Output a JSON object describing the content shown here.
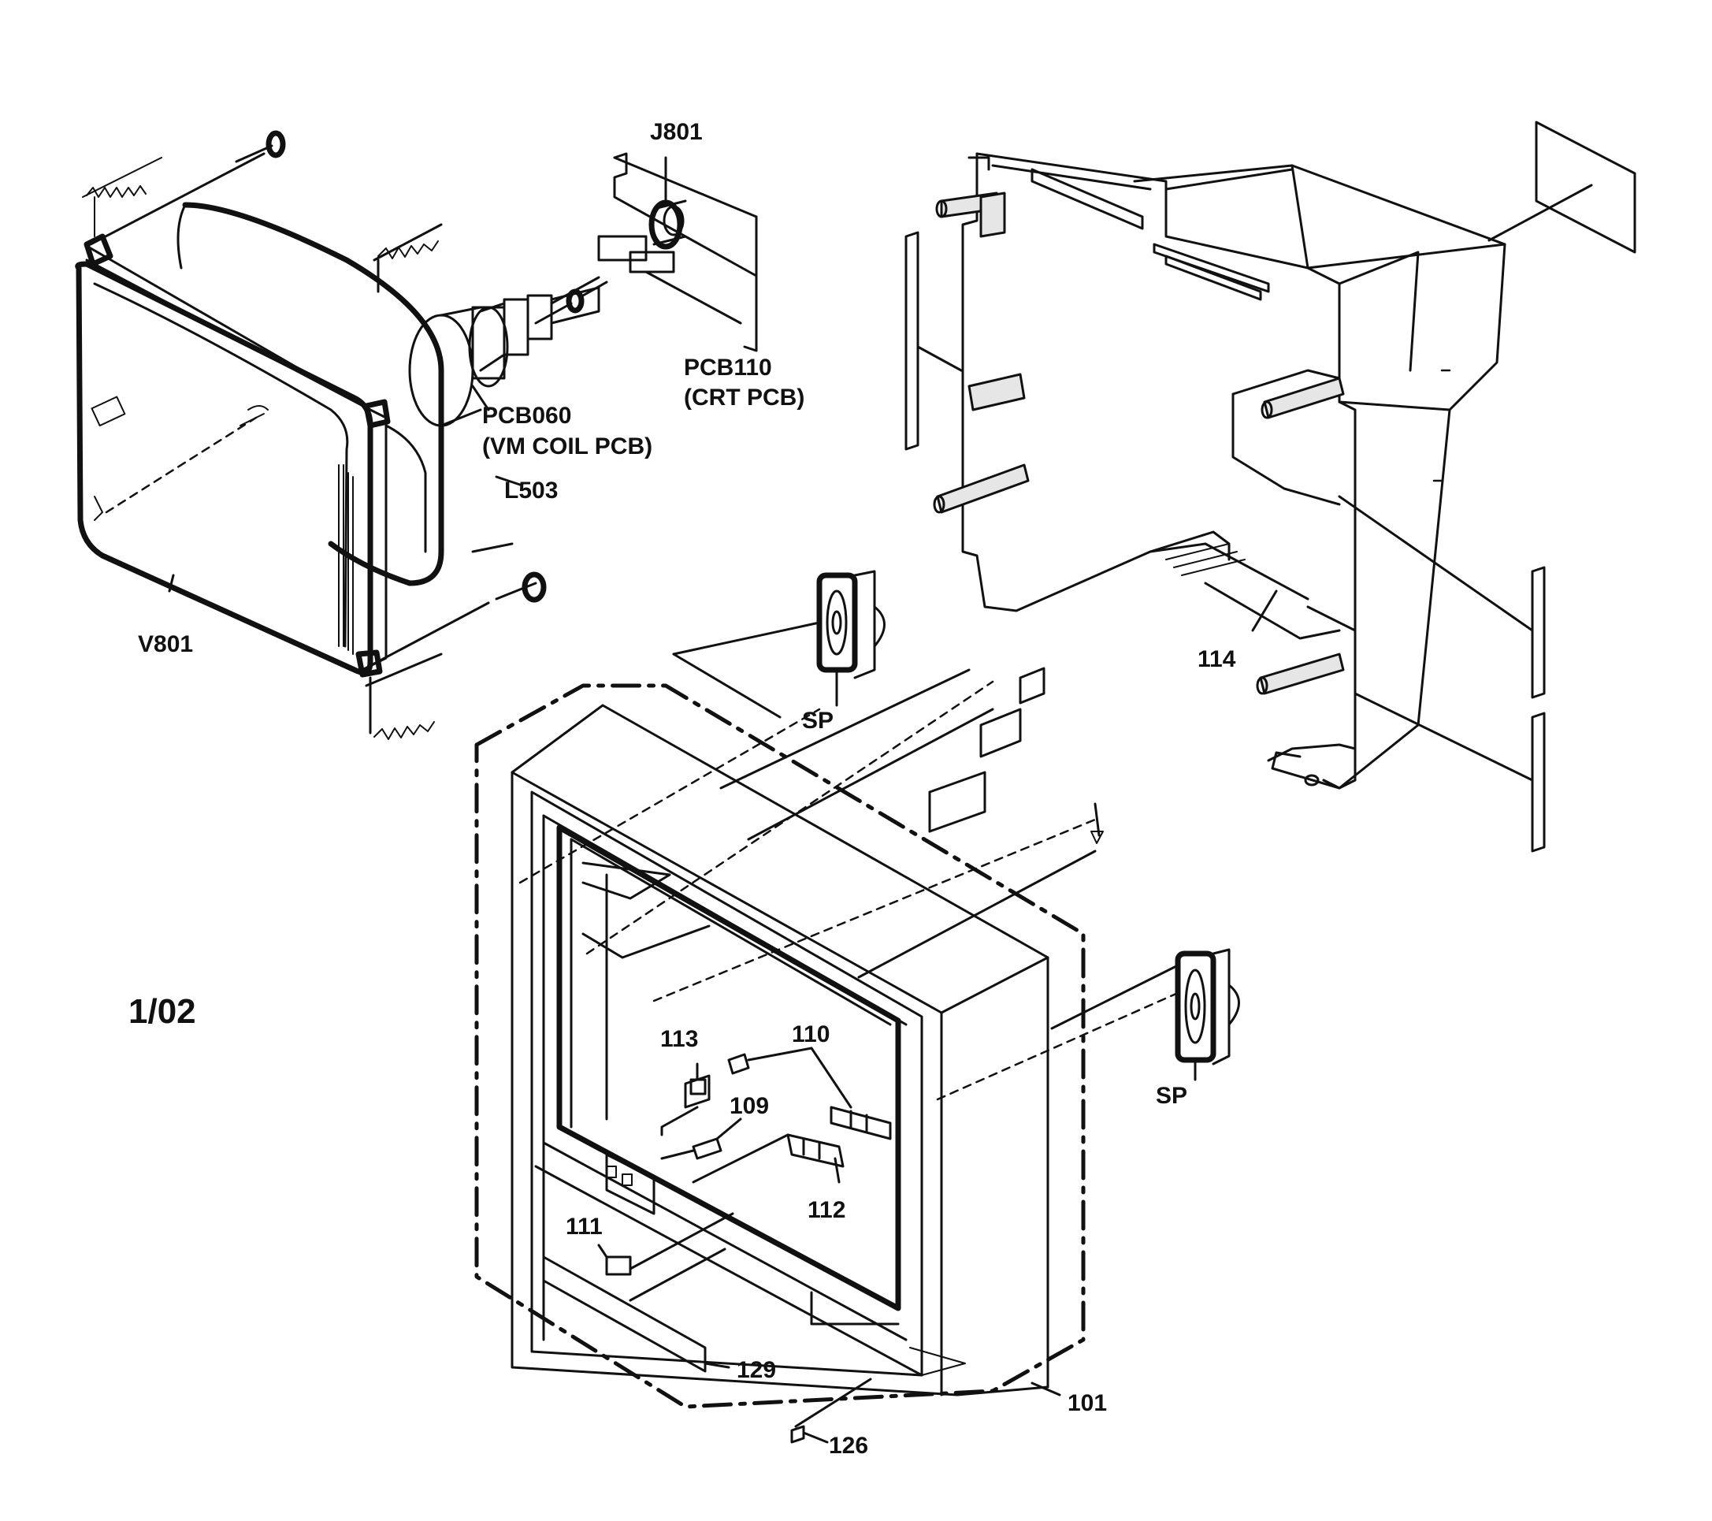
{
  "page_label": "1/02",
  "callouts": {
    "j801": "J801",
    "pcb110_line1": "PCB110",
    "pcb110_line2": "(CRT PCB)",
    "pcb060_line1": "PCB060",
    "pcb060_line2": "(VM COIL PCB)",
    "l503": "L503",
    "v801": "V801",
    "sp_top": "SP",
    "sp_right": "SP",
    "p114": "114",
    "p113": "113",
    "p110": "110",
    "p109": "109",
    "p112": "112",
    "p111": "111",
    "p129": "129",
    "p101": "101",
    "p126": "126"
  }
}
